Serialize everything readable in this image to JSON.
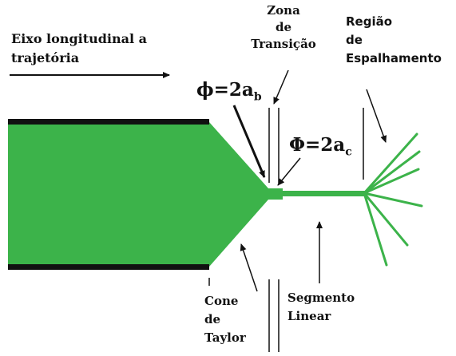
{
  "colors": {
    "jet_green": "#3cb34a",
    "outline_black": "#111111",
    "background": "#ffffff"
  },
  "labels": {
    "axis_line1": "Eixo longitudinal a",
    "axis_line2": "trajetória",
    "phi_small": "ϕ=2a",
    "phi_small_sub": "b",
    "phi_big": "Φ=2a",
    "phi_big_sub": "c",
    "zona_line1": "Zona",
    "zona_line2": "de",
    "zona_line3": "Transição",
    "regiao_line1": "Região",
    "regiao_line2": "de",
    "regiao_line3": "Espalhamento",
    "cone_line1": "Cone",
    "cone_line2": "de",
    "cone_line3": "Taylor",
    "segmento_line1": "Segmento",
    "segmento_line2": "Linear"
  }
}
